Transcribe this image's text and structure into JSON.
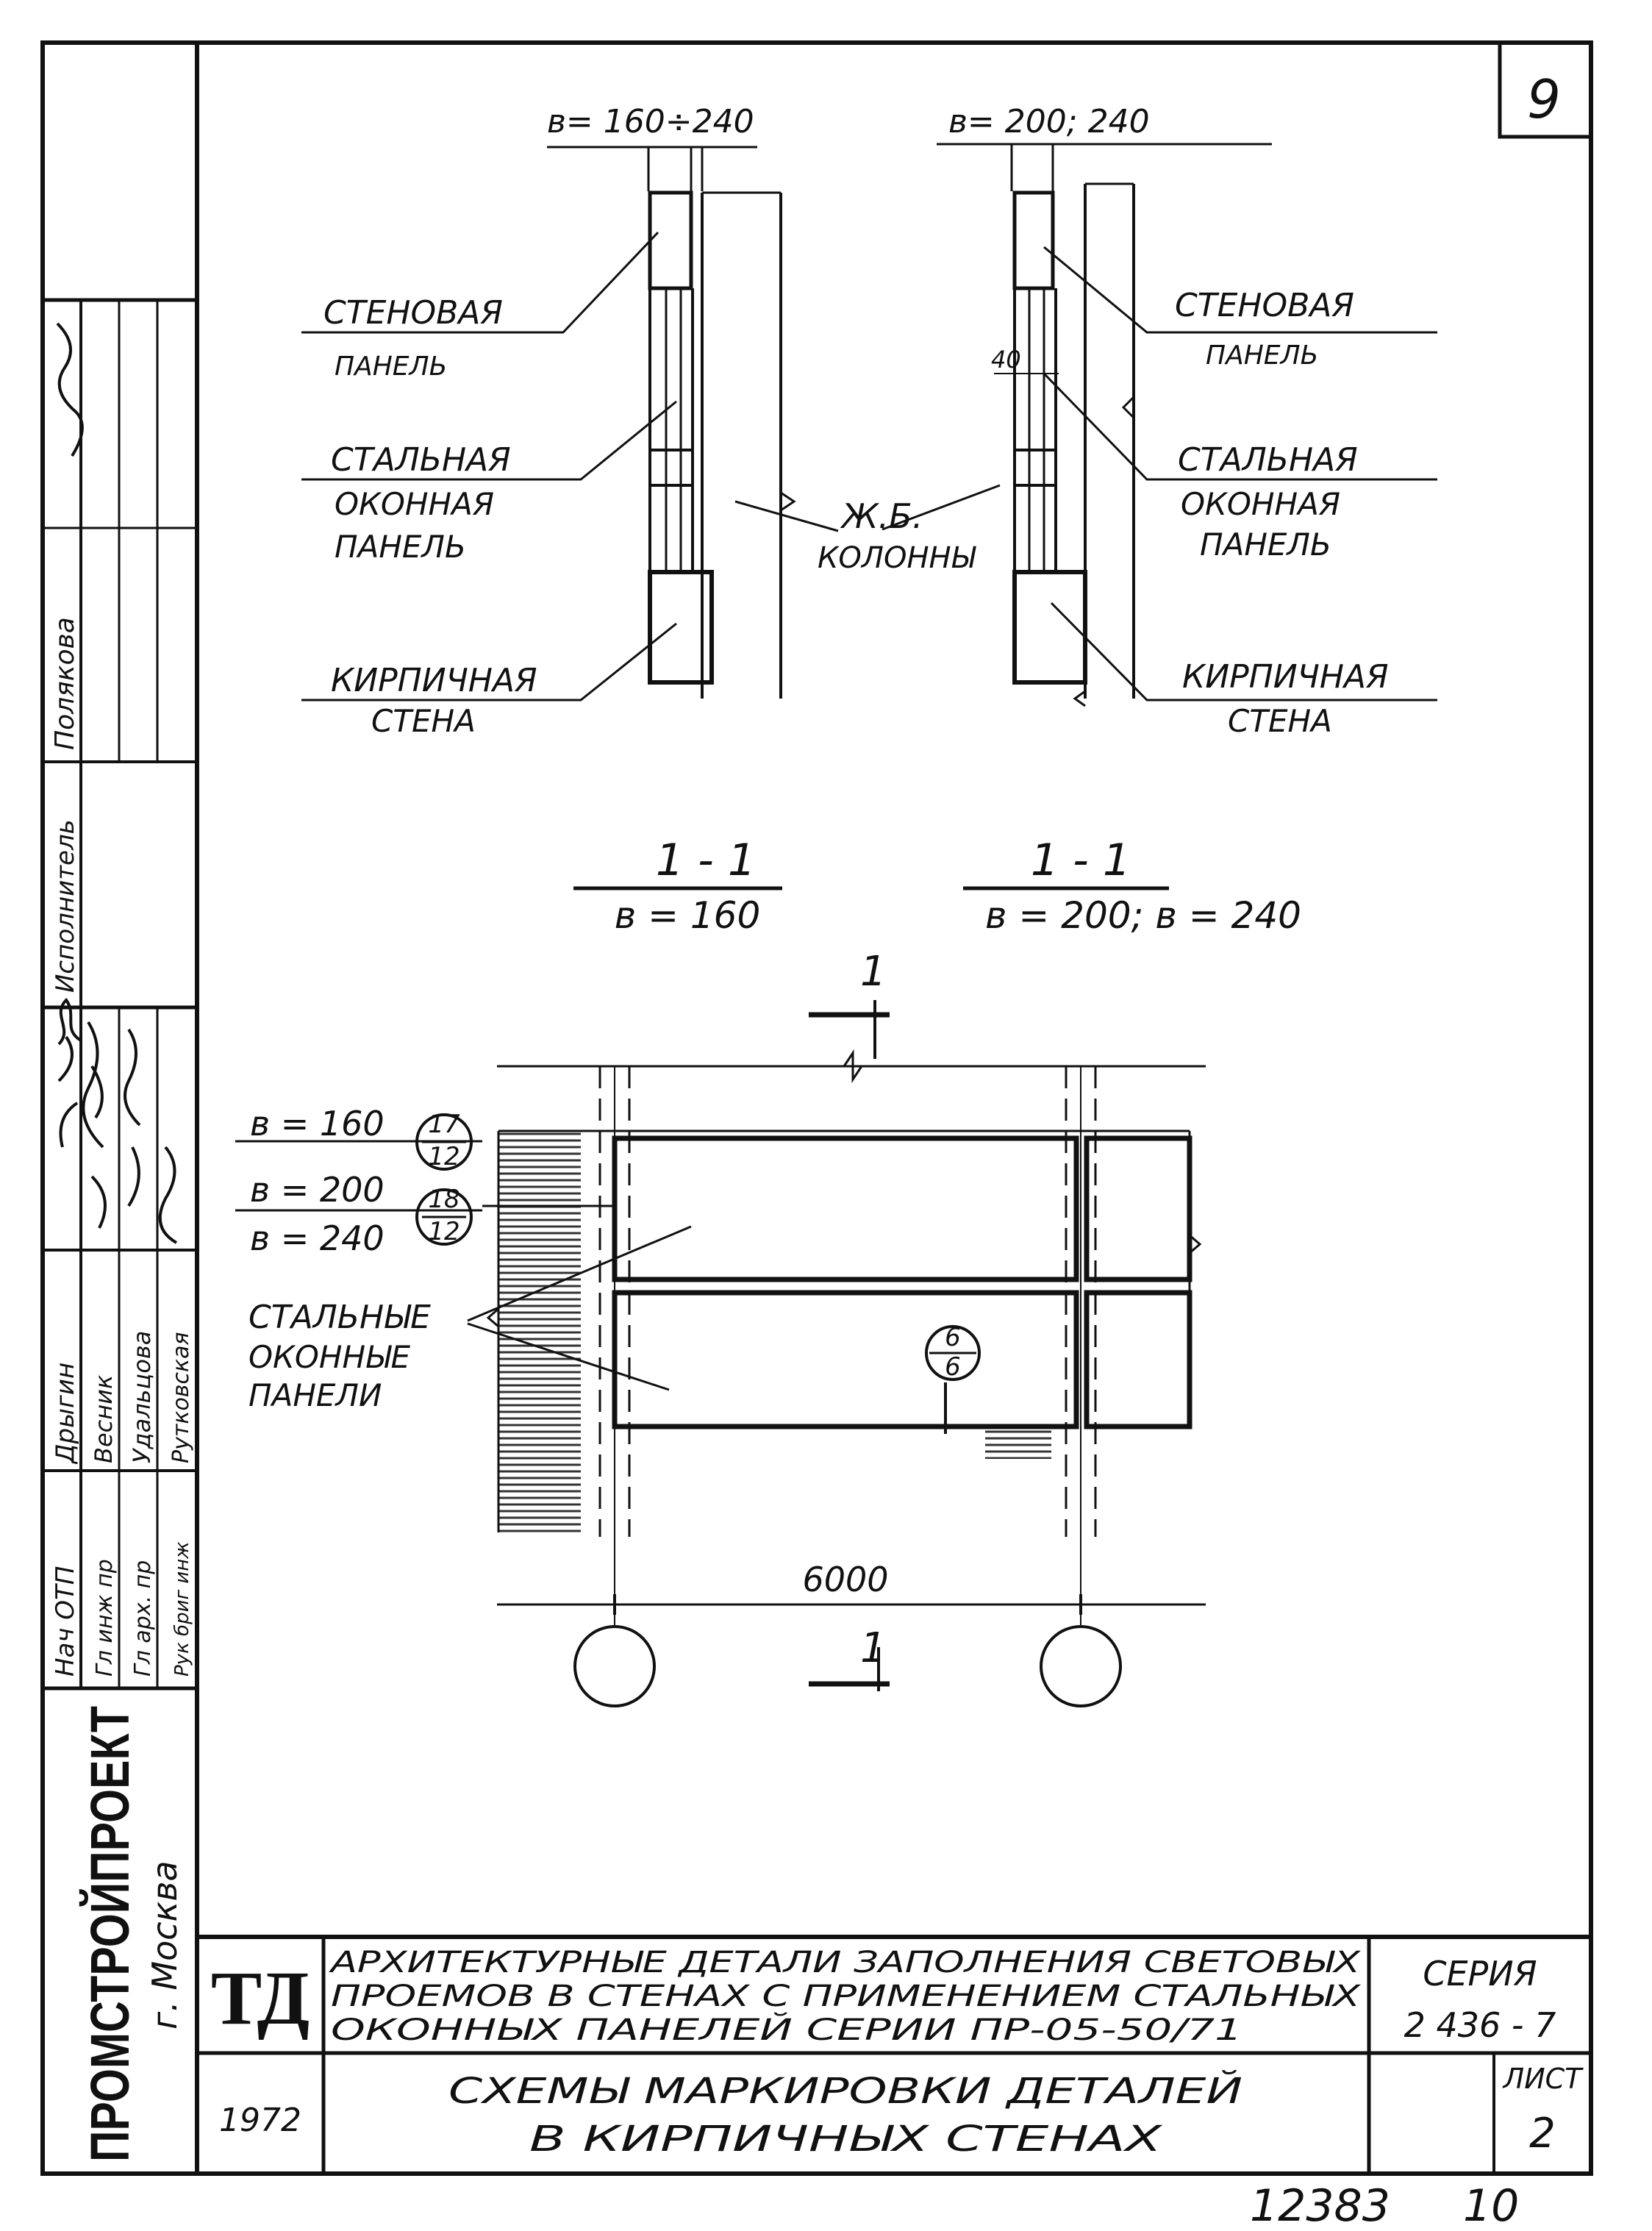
{
  "sheet_corner_number": "9",
  "section_left": {
    "width_label": "в= 160÷240",
    "labels": {
      "wall_panel_1": "СТЕНОВАЯ",
      "wall_panel_2": "ПАНЕЛЬ",
      "steel_panel_1": "СТАЛЬНАЯ",
      "steel_panel_2": "ОКОННАЯ",
      "steel_panel_3": "ПАНЕЛЬ",
      "brick_1": "КИРПИЧНАЯ",
      "brick_2": "СТЕНА"
    },
    "caption_top": "1 - 1",
    "caption_bottom": "в = 160"
  },
  "section_right": {
    "width_label": "в= 200; 240",
    "dim_40": "40",
    "labels": {
      "wall_panel_1": "СТЕНОВАЯ",
      "wall_panel_2": "ПАНЕЛЬ",
      "steel_panel_1": "СТАЛЬНАЯ",
      "steel_panel_2": "ОКОННАЯ",
      "steel_panel_3": "ПАНЕЛЬ",
      "brick_1": "КИРПИЧНАЯ",
      "brick_2": "СТЕНА"
    },
    "caption_top": "1 - 1",
    "caption_bottom": "в = 200; в = 240"
  },
  "columns_label_1": "Ж.Б.",
  "columns_label_2": "КОЛОННЫ",
  "elevation": {
    "cut_mark": "1",
    "marks": [
      {
        "label": "в = 160",
        "num": "17",
        "den": "12"
      },
      {
        "label": "в = 200",
        "num": "18",
        "den": "12"
      },
      {
        "label": "в = 240"
      }
    ],
    "steel_panels_1": "СТАЛЬНЫЕ",
    "steel_panels_2": "ОКОННЫЕ",
    "steel_panels_3": "ПАНЕЛИ",
    "detail_num": "6",
    "detail_den": "6",
    "dimension": "6000"
  },
  "sidebar": {
    "org_name": "ПРОМСТРОЙПРОЕКТ",
    "org_city": "г. Москва",
    "executor_title": "Исполнитель",
    "executor_name": "Полякова",
    "roles": [
      "Нач ОТП",
      "Гл инж пр",
      "Гл арх. пр",
      "Рук бриг инж"
    ],
    "names": [
      "Дрыгин",
      "Весник",
      "Удальцова",
      "Рутковская"
    ]
  },
  "title_block": {
    "logo": "ТД",
    "title_line_1": "АРХИТЕКТУРНЫЕ ДЕТАЛИ ЗАПОЛНЕНИЯ СВЕТОВЫХ",
    "title_line_2": "ПРОЕМОВ В СТЕНАХ С ПРИМЕНЕНИЕМ СТАЛЬНЫХ",
    "title_line_3": "ОКОННЫХ ПАНЕЛЕЙ СЕРИИ ПР-05-50/71",
    "series_label": "СЕРИЯ",
    "series_value": "2 436 - 7",
    "year": "1972",
    "subtitle_line_1": "СХЕМЫ МАРКИРОВКИ ДЕТАЛЕЙ",
    "subtitle_line_2": "В КИРПИЧНЫХ СТЕНАХ",
    "sheet_label": "ЛИСТ",
    "sheet_value": "2"
  },
  "footer_number_1": "12383",
  "footer_number_2": "10"
}
